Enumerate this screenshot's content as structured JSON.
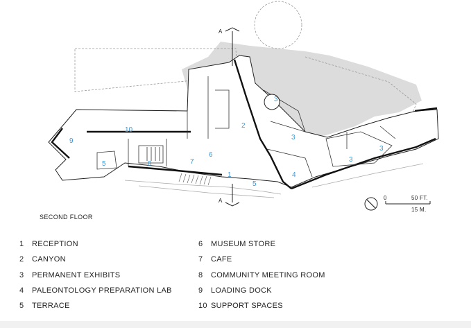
{
  "section_marker": "A",
  "floor_label": "SECOND FLOOR",
  "scale": {
    "zero": "0",
    "ft": "50 FT.",
    "m": "15 M."
  },
  "colors": {
    "room_number": "#3a9ad9",
    "landscape": "#dcdcdc",
    "walls": "#111111"
  },
  "room_labels": [
    "1",
    "2",
    "3",
    "4",
    "5",
    "6",
    "7",
    "8",
    "9",
    "10"
  ],
  "legend_left": [
    {
      "num": "1",
      "label": "RECEPTION"
    },
    {
      "num": "2",
      "label": "CANYON"
    },
    {
      "num": "3",
      "label": "PERMANENT EXHIBITS"
    },
    {
      "num": "4",
      "label": "PALEONTOLOGY PREPARATION LAB"
    },
    {
      "num": "5",
      "label": "TERRACE"
    }
  ],
  "legend_right": [
    {
      "num": "6",
      "label": "MUSEUM STORE"
    },
    {
      "num": "7",
      "label": "CAFE"
    },
    {
      "num": "8",
      "label": "COMMUNITY MEETING ROOM"
    },
    {
      "num": "9",
      "label": "LOADING DOCK"
    },
    {
      "num": "10",
      "label": "SUPPORT SPACES"
    }
  ]
}
